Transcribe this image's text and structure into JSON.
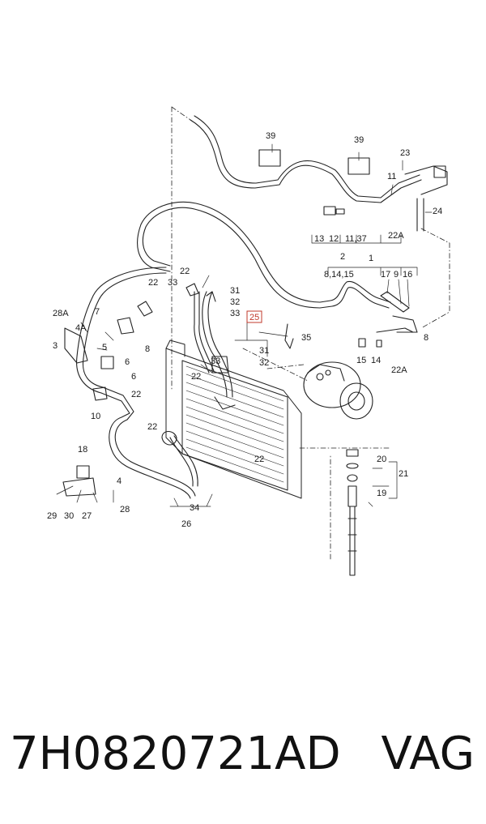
{
  "callouts": {
    "c39a": "39",
    "c39b": "39",
    "c23": "23",
    "c11": "11",
    "c24": "24",
    "c13": "13",
    "c12": "12",
    "c1137": "11,37",
    "c22A_top": "22A",
    "c2": "2",
    "c1": "1",
    "c81415": "8,14,15",
    "c17": "17",
    "c9": "9",
    "c16": "16",
    "c8_right": "8",
    "c15": "15",
    "c14": "14",
    "c22A_right": "22A",
    "c22_a": "22",
    "c33_a": "33",
    "c22_b": "22",
    "c31_a": "31",
    "c32_a": "32",
    "c33_b": "33",
    "c25": "25",
    "c35": "35",
    "c31_b": "31",
    "c32_b": "32",
    "c33_c": "33",
    "c28A": "28A",
    "c7": "7",
    "c4A": "4A",
    "c3": "3",
    "c8_left": "8",
    "c5": "5",
    "c6_a": "6",
    "c6_b": "6",
    "c22_c": "22",
    "c22_d": "22",
    "c10": "10",
    "c22_e": "22",
    "c22_f": "22",
    "c20": "20",
    "c21": "21",
    "c19": "19",
    "c18": "18",
    "c4": "4",
    "c29": "29",
    "c30": "30",
    "c27": "27",
    "c28": "28",
    "c34": "34",
    "c26": "26"
  },
  "footer": {
    "part_number": "7H0820721AD",
    "brand": "VAG"
  },
  "colors": {
    "highlight": "#c0392b",
    "line": "#222222"
  }
}
